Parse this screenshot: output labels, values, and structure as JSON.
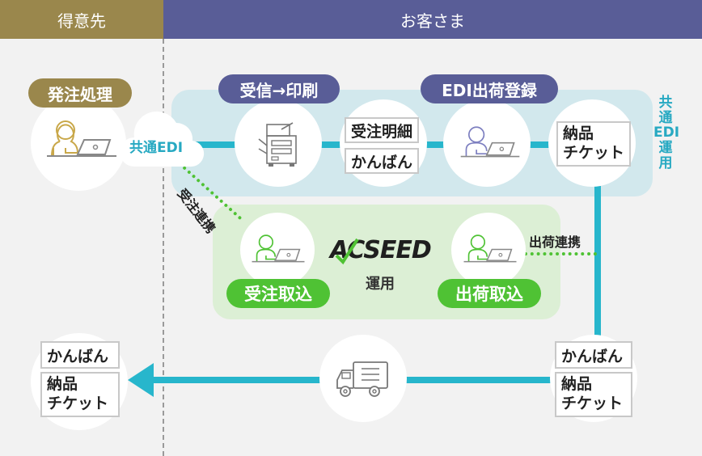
{
  "header": {
    "client_label": "得意先",
    "customer_label": "お客さま"
  },
  "colors": {
    "client": "#9a874c",
    "customer": "#595d97",
    "edi_line": "#27b6cc",
    "acseed_green": "#4fc234",
    "edi_panel": "#d2e8ed",
    "acseed_panel": "#dcefd5"
  },
  "client_side": {
    "order_process_label": "発注処理",
    "cloud_label": "共通EDI",
    "delivered_tags": [
      "かんばん",
      "納品",
      "チケット"
    ]
  },
  "edi_flow": {
    "receive_print_label": "受信→印刷",
    "shipment_register_label": "EDI出荷登録",
    "doc_tags": [
      "受注明細",
      "かんばん"
    ],
    "ticket_tag": [
      "納品",
      "チケット"
    ],
    "panel_label_lines": [
      "共",
      "通",
      "EDI",
      "運",
      "用"
    ]
  },
  "acseed": {
    "logo_text": "ACSEED",
    "ops_label": "運用",
    "order_import_label": "受注取込",
    "ship_import_label": "出荷取込",
    "order_link_label": "受注連携",
    "ship_link_label": "出荷連携"
  },
  "delivery": {
    "tags": [
      "かんばん",
      "納品",
      "チケット"
    ]
  },
  "icons": {
    "client_user": "person-laptop-icon",
    "printer": "printer-icon",
    "edi_user": "person-laptop-icon",
    "truck": "truck-icon",
    "cloud": "cloud-icon",
    "arrow": "arrow-left-icon"
  }
}
